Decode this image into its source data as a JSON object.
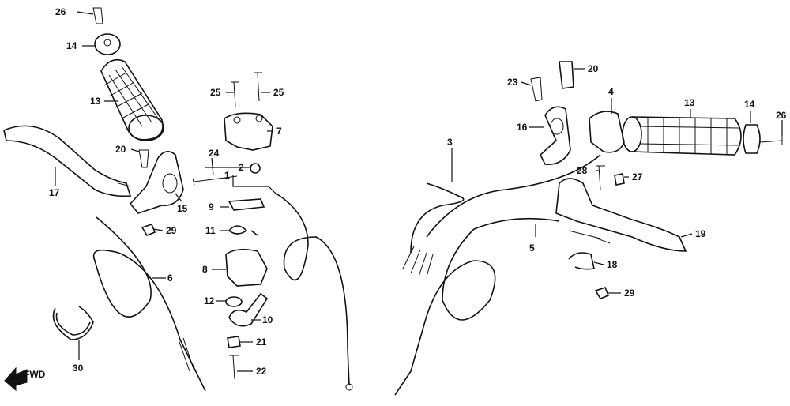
{
  "colors": {
    "ink": "#111111",
    "background": "#ffffff"
  },
  "direction_marker": "FWD",
  "part_labels": [
    "26",
    "14",
    "13",
    "20",
    "17",
    "15",
    "24",
    "25",
    "25",
    "7",
    "2",
    "1",
    "9",
    "11",
    "8",
    "12",
    "10",
    "21",
    "22",
    "29",
    "6",
    "30",
    "3",
    "23",
    "20",
    "4",
    "16",
    "13",
    "14",
    "26",
    "28",
    "27",
    "19",
    "5",
    "18",
    "29"
  ]
}
